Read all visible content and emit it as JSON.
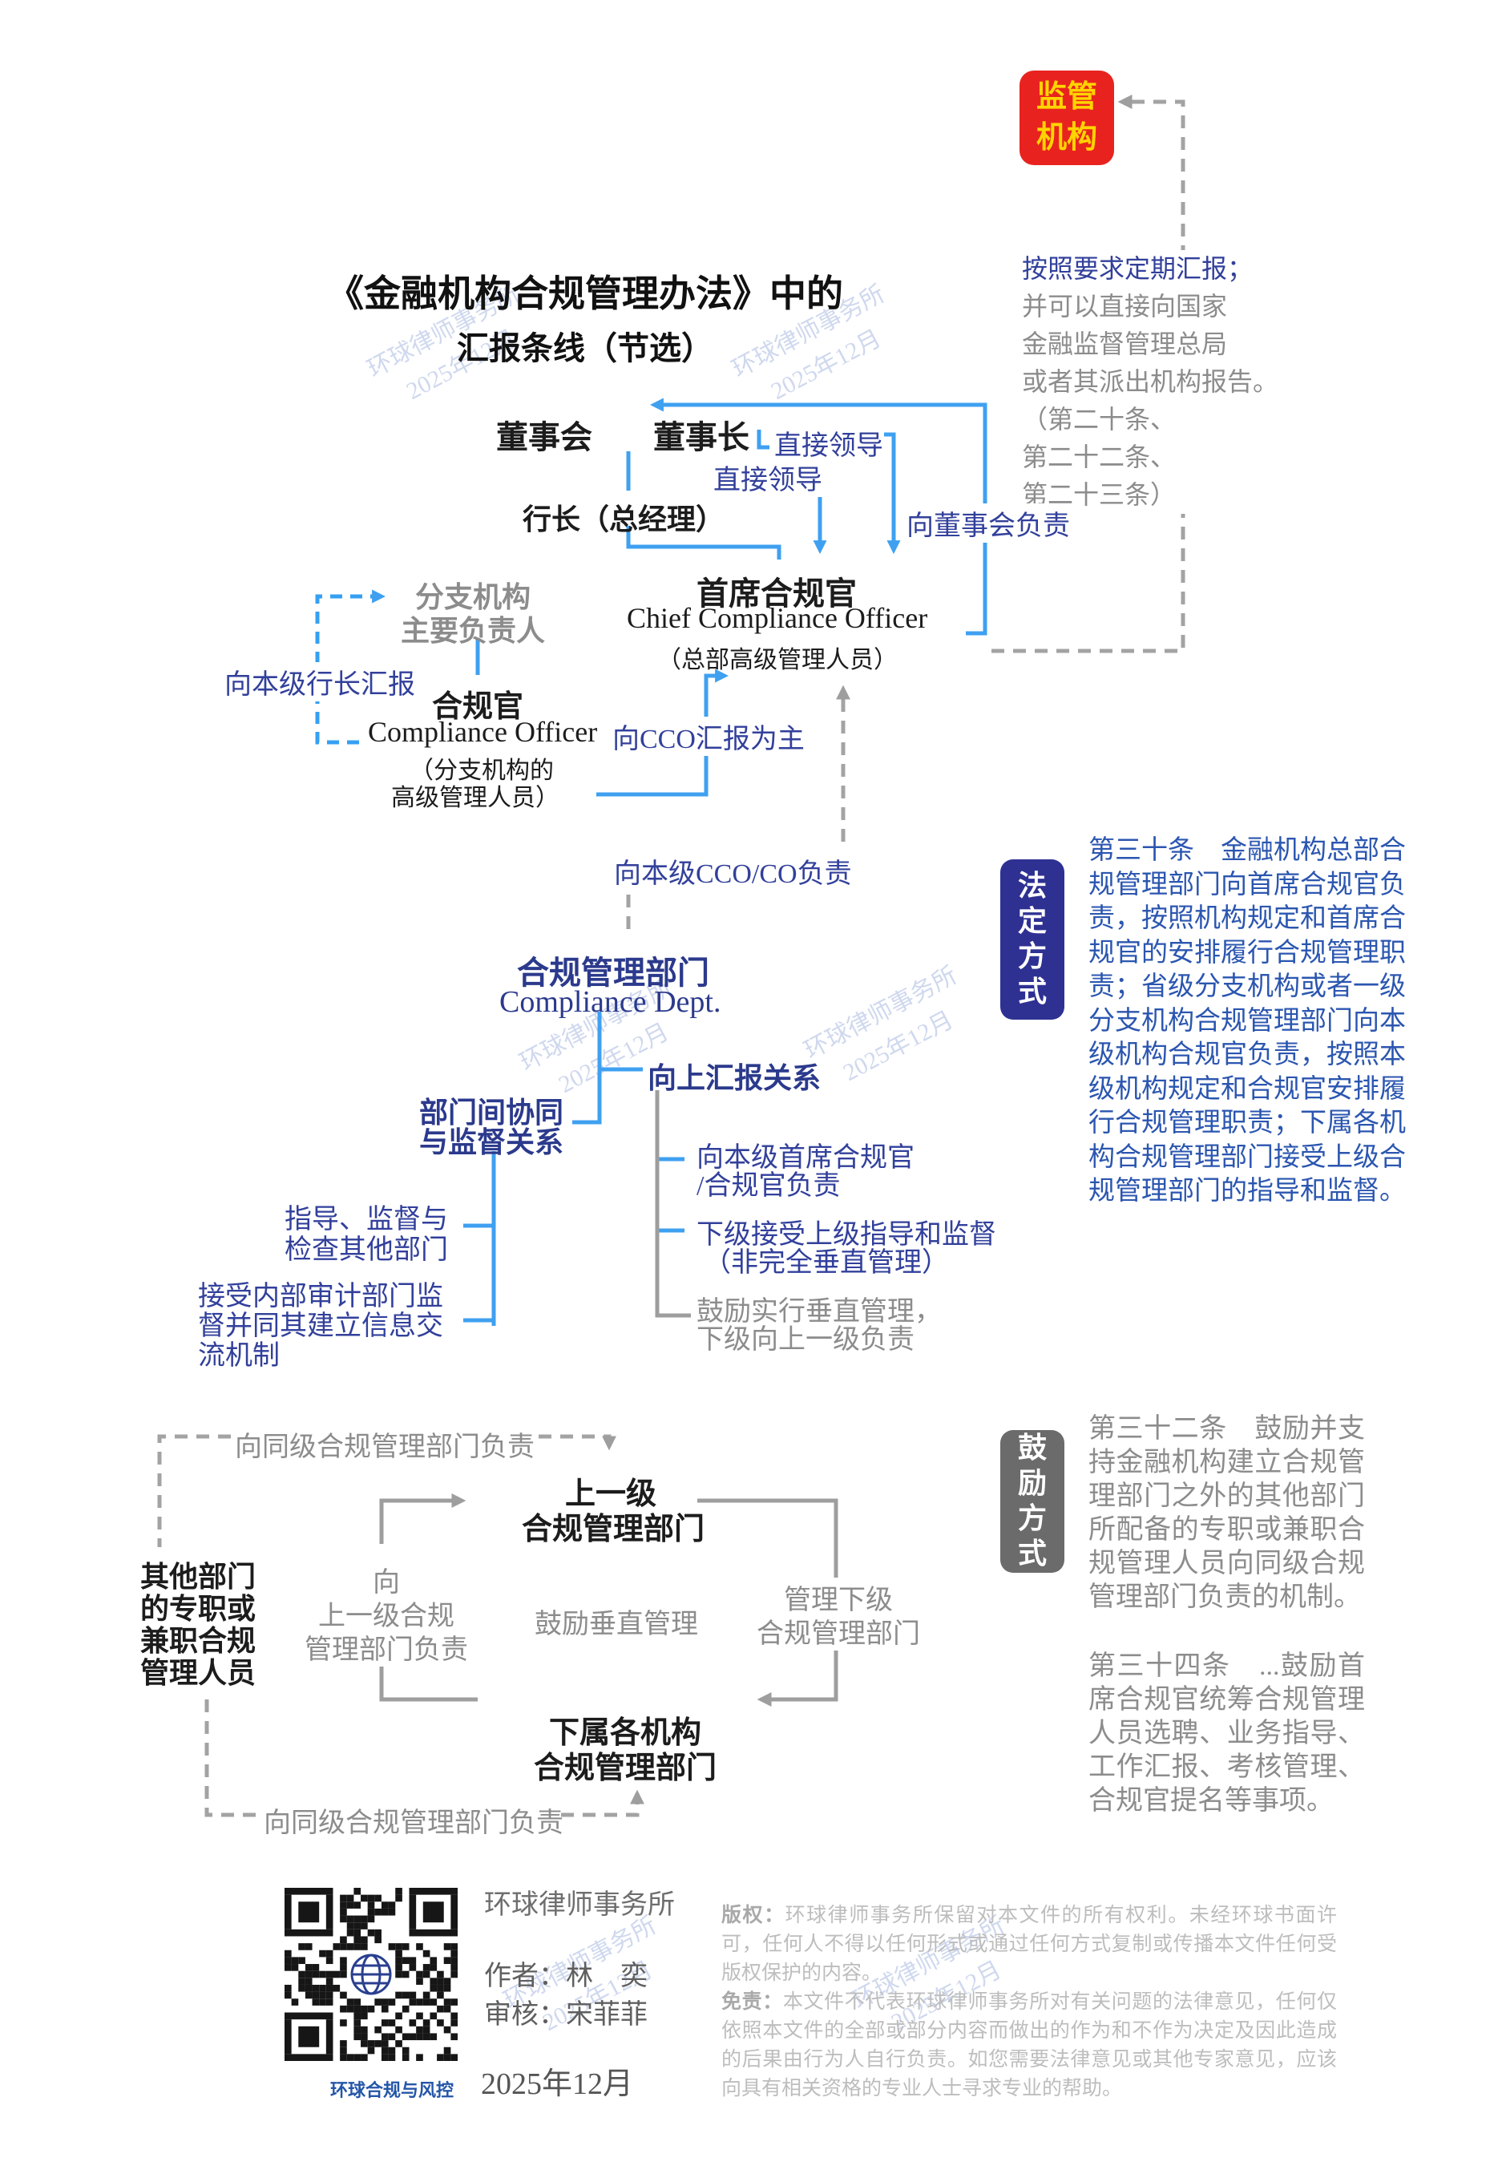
{
  "colors": {
    "line_blue": "#3fa0f0",
    "indigo_text": "#32409b",
    "navy_box": "#2e3192",
    "paragraph_blue": "#2b56b0",
    "gray_text": "#8c8c8c",
    "gray_box": "#6b6b6b",
    "regulator_red": "#e8231f",
    "regulator_yellow": "#ffd400"
  },
  "watermark": {
    "line1": "环球律师事务所",
    "line2": "2025年12月"
  },
  "regulator": {
    "line1": "监管",
    "line2": "机构"
  },
  "regulator_note": {
    "highlight": "按照要求定期汇报；",
    "lines": [
      "并可以直接向国家",
      "金融监督管理总局",
      "或者其派出机构报告。",
      "（第二十条、",
      "第二十二条、",
      "第二十三条）"
    ]
  },
  "title": {
    "line1": "《金融机构合规管理办法》中的",
    "line2": "汇报条线（节选）"
  },
  "top_chart": {
    "board": "董事会",
    "chairman": "董事长",
    "president": "行长（总经理）",
    "direct_lead_1": "直接领导",
    "direct_lead_2": "直接领导",
    "to_board": "向董事会负责",
    "cco_zh": "首席合规官",
    "cco_en": "Chief Compliance Officer",
    "cco_note": "（总部高级管理人员）",
    "branch_head_1": "分支机构",
    "branch_head_2": "主要负责人",
    "report_president": "向本级行长汇报",
    "co_zh": "合规官",
    "co_en": "Compliance Officer",
    "co_note_1": "（分支机构的",
    "co_note_2": "高级管理人员）",
    "report_cco": "向CCO汇报为主",
    "responsible_cco": "向本级CCO/CO负责"
  },
  "mid_chart": {
    "dept_zh": "合规管理部门",
    "dept_en": "Compliance Dept.",
    "upward": "向上汇报关系",
    "coord_1": "部门间协同",
    "coord_2": "与监督关系",
    "guide_1": "指导、监督与",
    "guide_2": "检查其他部门",
    "audit_1": "接受内部审计部门监",
    "audit_2": "督并同其建立信息交",
    "audit_3": "流机制",
    "item1_1": "向本级首席合规官",
    "item1_2": "/合规官负责",
    "item2_1": "下级接受上级指导和监督",
    "item2_2": "（非完全垂直管理）",
    "item3_1": "鼓励实行垂直管理，",
    "item3_2": "下级向上一级负责"
  },
  "legal_box": {
    "c1": "法",
    "c2": "定",
    "c3": "方",
    "c4": "式"
  },
  "encourage_box": {
    "c1": "鼓",
    "c2": "励",
    "c3": "方",
    "c4": "式"
  },
  "articles": {
    "a30": "第三十条　金融机构总部合规管理部门向首席合规官负责，按照机构规定和首席合规官的安排履行合规管理职责；省级分支机构或者一级分支机构合规管理部门向本级机构合规官负责，按照本级机构规定和合规官安排履行合规管理职责；下属各机构合规管理部门接受上级合规管理部门的指导和监督。",
    "a32": "第三十二条　鼓励并支持金融机构建立合规管理部门之外的其他部门所配备的专职或兼职合规管理人员向同级合规管理部门负责的机制。",
    "a34": "第三十四条　...鼓励首席合规官统筹合规管理人员选聘、业务指导、工作汇报、考核管理、合规官提名等事项。"
  },
  "bottom_chart": {
    "peer_top": "向同级合规管理部门负责",
    "peer_bottom": "向同级合规管理部门负责",
    "upper_1": "上一级",
    "upper_2": "合规管理部门",
    "lower_1": "下属各机构",
    "lower_2": "合规管理部门",
    "other_1": "其他部门",
    "other_2": "的专职或",
    "other_3": "兼职合规",
    "other_4": "管理人员",
    "to_upper_1": "向",
    "to_upper_2": "上一级合规",
    "to_upper_3": "管理部门负责",
    "encourage": "鼓励垂直管理",
    "manage_1": "管理下级",
    "manage_2": "合规管理部门"
  },
  "footer": {
    "firm": "环球律师事务所",
    "author": "作者：林　奕",
    "reviewer": "审核：宋菲菲",
    "date": "2025年12月",
    "qr_caption": "环球合规与风控",
    "copyright_label": "版权：",
    "copyright_text": "环球律师事务所保留对本文件的所有权利。未经环球书面许可，任何人不得以任何形式或通过任何方式复制或传播本文件任何受版权保护的内容。",
    "disclaimer_label": "免责：",
    "disclaimer_text": "本文件不代表环球律师事务所对有关问题的法律意见，任何仅依照本文件的全部或部分内容而做出的作为和不作为决定及因此造成的后果由行为人自行负责。如您需要法律意见或其他专家意见，应该向具有相关资格的专业人士寻求专业的帮助。"
  }
}
